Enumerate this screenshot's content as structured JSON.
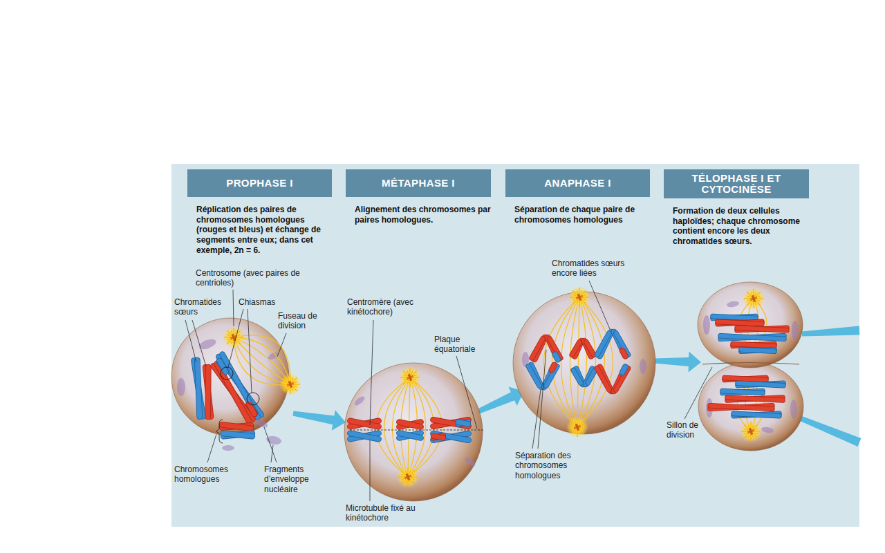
{
  "diagram": {
    "nodes": [
      {
        "text": [
          "PROPHASE I",
          "Réplication des paires de chromosomes homologues (rouges et bleus) et échange de segments entre eux; dans cet exemple, 2n = 6."
        ]
      },
      {
        "text": [
          "MÉTAPHASE I",
          "Alignement des chromosomes par paires homologues."
        ]
      },
      {
        "text": [
          "ANAPHASE I",
          "Séparation de chaque paire de chromosomes homologues"
        ]
      },
      {
        "text": [
          "TÉLOPHASE I ET CYTOCINÈSE",
          "Formation de deux cellules haploïdes; chaque chromosome contient encore les deux chromatides sœurs."
        ]
      }
    ],
    "labels": [
      "Centrosome (avec paires de centrioles)",
      "Chromatides sœurs",
      "Chiasmas",
      "Fuseau de division",
      "Chromosomes homologues",
      "Fragments d’enveloppe nucléaire",
      "Centromère (avec kinétochore)",
      "Plaque équatoriale",
      "Microtubule fixé au kinétochore",
      "Chromatides sœurs encore liées",
      "Séparation des chromosomes homologues",
      "Sillon de division"
    ]
  }
}
